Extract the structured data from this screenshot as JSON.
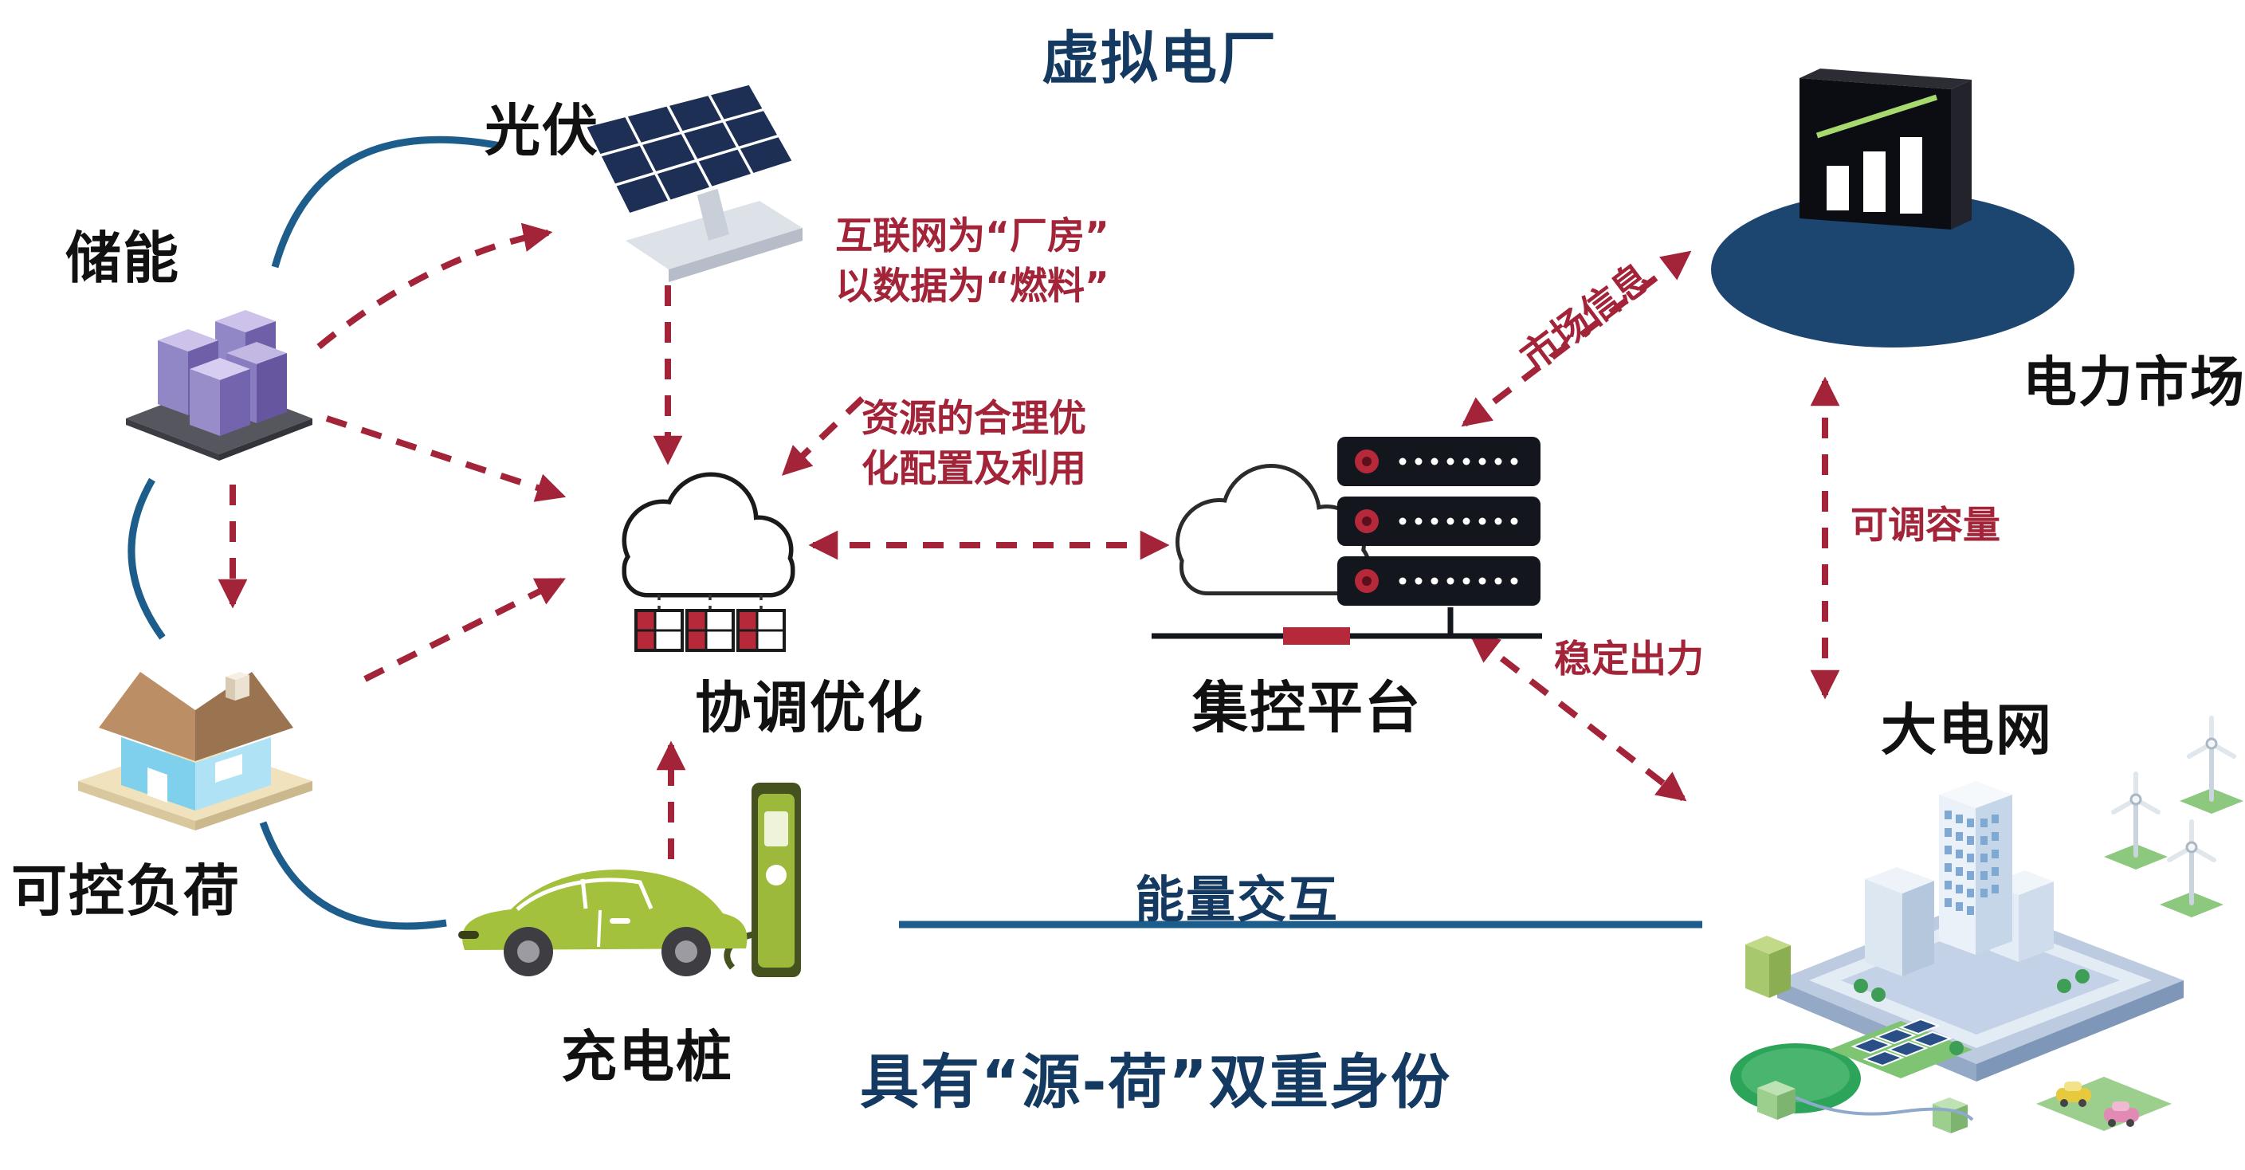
{
  "title": "虚拟电厂",
  "footer": "具有“源-荷”双重身份",
  "nodes": {
    "pv": {
      "label": "光伏",
      "icon": "solar-panel-icon"
    },
    "storage": {
      "label": "储能",
      "icon": "battery-storage-icon"
    },
    "load": {
      "label": "可控负荷",
      "icon": "house-icon"
    },
    "charger": {
      "label": "充电桩",
      "icon": "ev-car-charging-icon"
    },
    "coordination": {
      "label": "协调优化",
      "icon": "cloud-compute-icon"
    },
    "platform": {
      "label": "集控平台",
      "icon": "cloud-server-icon"
    },
    "market": {
      "label": "电力市场",
      "icon": "market-chart-icon"
    },
    "grid": {
      "label": "大电网",
      "icon": "city-grid-icon"
    }
  },
  "annotations": {
    "internet_line1": "互联网为“厂房”",
    "internet_line2": "以数据为“燃料”",
    "resource_line1": "资源的合理优",
    "resource_line2": "化配置及利用",
    "market_info": "市场信息",
    "adjustable_capacity": "可调容量",
    "stable_output": "稳定出力",
    "energy_exchange": "能量交互"
  },
  "colors": {
    "navy": "#143a62",
    "arrow_red": "#a32338",
    "line_blue": "#1d5d8c"
  }
}
